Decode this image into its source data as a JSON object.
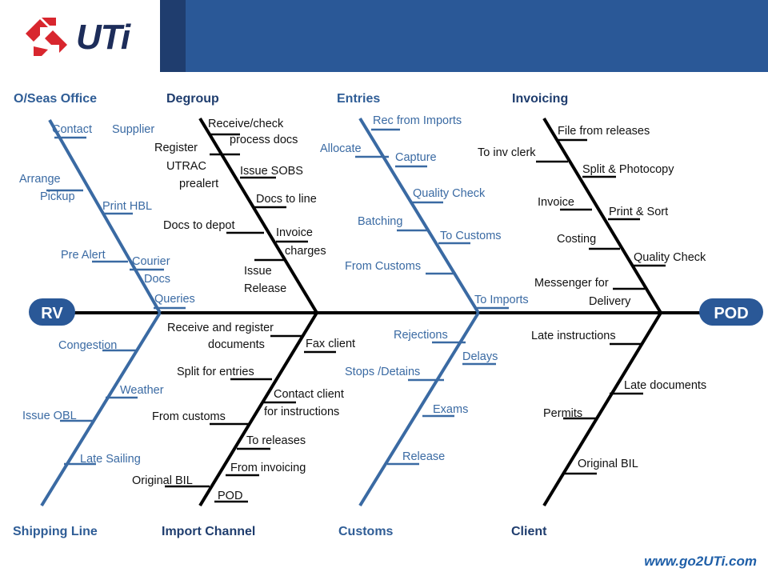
{
  "header": {
    "logo_text": "UTi"
  },
  "footer": {
    "url": "www.go2UTi.com"
  },
  "colors": {
    "blue_bone": "#3a6aa3",
    "black_bone": "#000000",
    "header_blue": "#2a5897",
    "pill_blue": "#2a5897"
  },
  "spine": {
    "start_label": "RV",
    "end_label": "POD"
  },
  "categories": {
    "oseas_office": "O/Seas Office",
    "degroup": "Degroup",
    "entries": "Entries",
    "invoicing": "Invoicing",
    "shipping_line": "Shipping Line",
    "import_channel": "Import Channel",
    "customs": "Customs",
    "client": "Client"
  },
  "oseas_office": {
    "contact": "Contact",
    "supplier": "Supplier",
    "arrange": "Arrange",
    "pickup": "Pickup",
    "print_hbl": "Print HBL",
    "pre_alert": "Pre Alert",
    "courier": "Courier",
    "docs": "Docs",
    "queries": "Queries"
  },
  "degroup": {
    "receive_check": "Receive/check",
    "process_docs": "process docs",
    "register": "Register",
    "utrac": "UTRAC",
    "prealert": "prealert",
    "issue_sobs": "Issue SOBS",
    "docs_to_line": "Docs to line",
    "docs_to_depot": "Docs to depot",
    "invoice": "Invoice",
    "charges": "charges",
    "issue": "Issue",
    "release": "Release"
  },
  "entries": {
    "rec_from_imports": "Rec from Imports",
    "allocate": "Allocate",
    "capture": "Capture",
    "quality_check": "Quality Check",
    "batching": "Batching",
    "to_customs": "To Customs",
    "from_customs": "From Customs",
    "to_imports": "To Imports"
  },
  "invoicing": {
    "file_from_releases": "File from releases",
    "to_inv_clerk": "To inv clerk",
    "split_photocopy": "Split & Photocopy",
    "invoice": "Invoice",
    "print_sort": "Print & Sort",
    "costing": "Costing",
    "quality_check": "Quality Check",
    "messenger_for": "Messenger for",
    "delivery": "Delivery"
  },
  "shipping_line": {
    "congestion": "Congestion",
    "weather": "Weather",
    "issue_obl": "Issue OBL",
    "late_sailing": "Late Sailing"
  },
  "import_channel": {
    "receive_register": "Receive and register",
    "documents": "documents",
    "fax_client": "Fax client",
    "split_for_entries": "Split for entries",
    "contact_client": "Contact client",
    "for_instructions": "for instructions",
    "from_customs": "From customs",
    "to_releases": "To releases",
    "from_invoicing": "From invoicing",
    "original_bil": "Original BIL",
    "pod": "POD"
  },
  "customs": {
    "rejections": "Rejections",
    "delays": "Delays",
    "stops_detains": "Stops /Detains",
    "exams": "Exams",
    "release": "Release"
  },
  "client": {
    "late_instructions": "Late instructions",
    "late_documents": "Late documents",
    "permits": "Permits",
    "original_bil": "Original BIL"
  }
}
